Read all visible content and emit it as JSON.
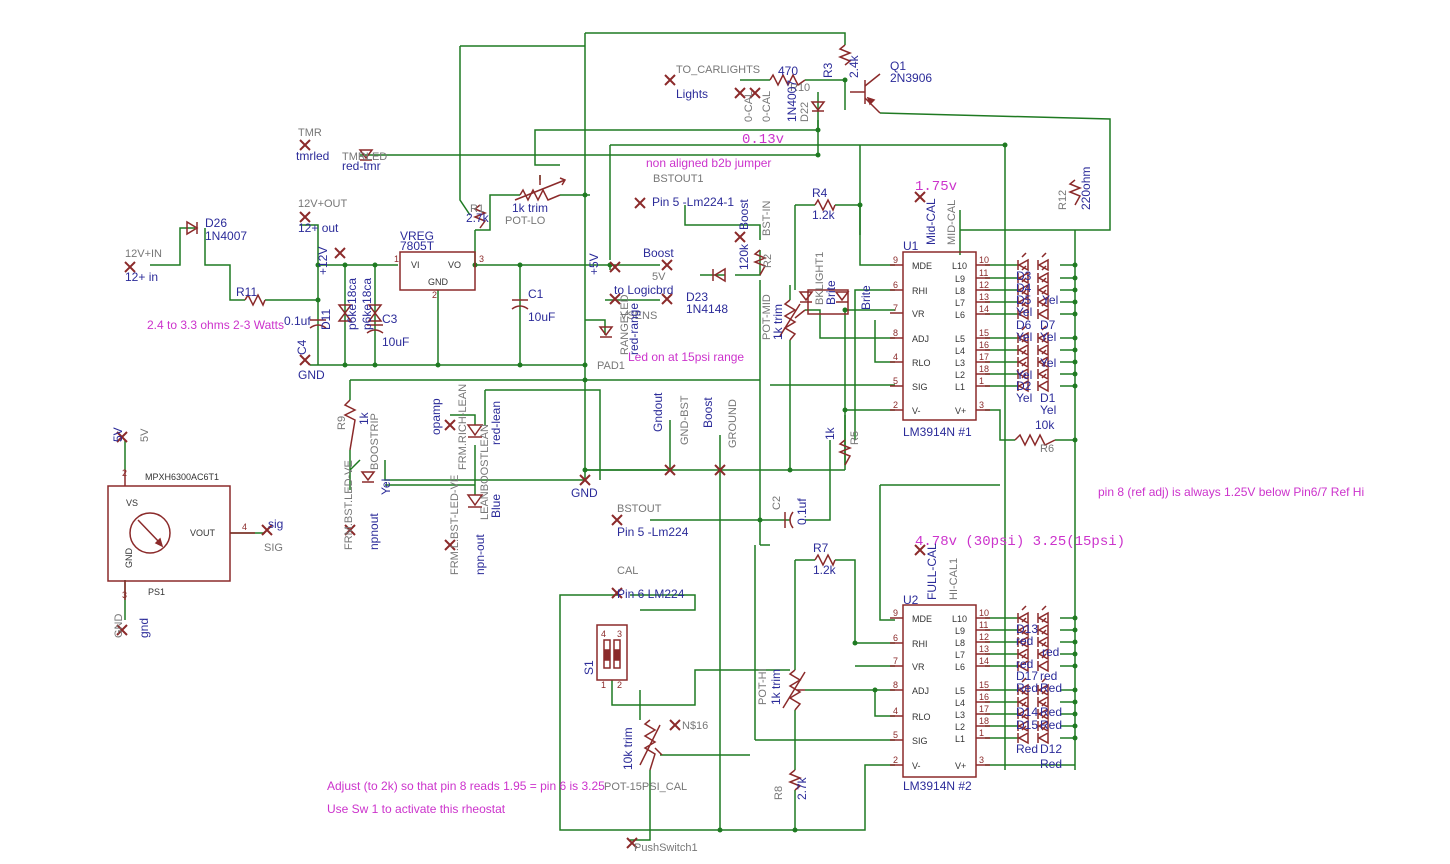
{
  "colors": {
    "wire": "#1f7a22",
    "part": "#8b2a2a",
    "name": "#2b2b99",
    "value": "#777777",
    "note": "#cc33cc"
  },
  "labels": {
    "to_carlights": "TO_CARLIGHTS",
    "lights": "Lights",
    "r470": "470",
    "r10": "R10",
    "r3": "R3",
    "r3v": "2.4k",
    "q1": "Q1",
    "q1v": "2N3906",
    "ocal1": "0-CAL",
    "ocal2": "0-CAL",
    "d22": "1N4007",
    "d22n": "D22",
    "tmr": "TMR",
    "tmrled": "tmrled",
    "tmrled_p": "TMRLED",
    "red_tmr": "red-tmr",
    "v12out": "12V+OUT",
    "out12": "12+ out",
    "v12in": "12V+IN",
    "in12": "12+ in",
    "d26": "D26",
    "d26v": "1N4007",
    "r11": "R11",
    "ohms": "2.4 to 3.3 ohms 2-3 Watts",
    "p12v": "+12V",
    "c4v": "0.1uf",
    "c4": "C4",
    "d11": "D11",
    "p6ke1": "p6ke18ca",
    "p6ke2": "p6ke18ca",
    "c3": "C3",
    "c3v": "10uF",
    "gnd": "GND",
    "vreg": "VREG",
    "vregv": "7805T",
    "vi": "VI",
    "vo": "VO",
    "vgnd": "GND",
    "c1": "C1",
    "c1v": "10uF",
    "r1": "R1",
    "r1v": "2.7k",
    "potlo_v": "1k trim",
    "potlo": "POT-LO",
    "p5v": "+5V",
    "boost1": "Boost",
    "s5v": "5V",
    "to_logic": "to Logicbrd",
    "vsens": "VSENS",
    "rangeled": "RANGELED",
    "red_range": "red-range",
    "pad1": "PAD1",
    "led15": "Led on at 15psi range",
    "bstout1": "BSTOUT1",
    "pin5a": "Pin 5 -Lm224-1",
    "boost2": "Boost",
    "bstin": "BST-IN",
    "r2v": "120k",
    "r2": "R2",
    "d23": "D23",
    "d23v": "1N4148",
    "r4": "R4",
    "r4v": "1.2k",
    "bklight": "BKLIGHT1",
    "brite1": "Brite",
    "brite2": "Brite",
    "potmid": "POT-MID",
    "potmid_v": "1k trim",
    "v013": "0.13v",
    "jumper": "non aligned b2b jumper",
    "v175": "1.75v",
    "midcal1": "Mid-CAL",
    "midcal2": "MID-CAL",
    "u1": "U1",
    "u1n": "LM3914N #1",
    "r12": "R12",
    "r12v": "220ohm",
    "r9": "R9",
    "r9v": "1k",
    "frmbst": "FRM.BST.LED-VE",
    "boostrip": "BOOSTRIP",
    "yel1": "Yel",
    "npnout1": "npnout",
    "opamp": "opamp",
    "frmrich": "FRM.RICH-LEAN",
    "redlean": "red-lean",
    "frmlbst": "FRM.L.BST-LED-VE",
    "leanboost": "LEANBOOSTLEAN",
    "blue": "Blue",
    "npnout2": "npn-out",
    "gndout": "Gndout",
    "gndbst": "GND-BST",
    "boost3": "Boost",
    "ground": "GROUND",
    "gnd2": "GND",
    "r5": "R5",
    "r5v": "1k",
    "r6": "R6",
    "r6v": "10k",
    "v5a": "5V",
    "v5b": "5V",
    "mpx": "MPXH6300AC6T1",
    "vs": "VS",
    "vout": "VOUT",
    "mgnd": "GND",
    "ps1": "PS1",
    "sig1": "sig",
    "sig2": "SIG",
    "gnd3": "GND",
    "gnd4": "gnd",
    "bstout": "BSTOUT",
    "pin5b": "Pin 5 -Lm224",
    "c2": "C2",
    "c2v": "0.1uf",
    "pin8note": "pin 8 (ref adj) is always 1.25V below Pin6/7 Ref Hi",
    "v478": "4.78v (30psi) 3.25(15psi)",
    "fullcal": "FULL-CAL",
    "hical": "HI-CAL1",
    "r7": "R7",
    "r7v": "1.2k",
    "u2": "U2",
    "u2n": "LM3914N #2",
    "cal": "CAL",
    "pin6": "Pin 6 LM224",
    "s1": "S1",
    "pothi": "POT-HI",
    "pothi_v": "1k trim",
    "pot15v": "10k trim",
    "pot15": "POT-15PSI_CAL",
    "n16": "N$16",
    "r8": "R8",
    "r8v": "2.7k",
    "adjust": "Adjust (to 2k) so that pin 8 reads 1.95 = pin 6 is 3.25",
    "usesw": "Use Sw 1 to activate this rheostat",
    "pushsw": "PushSwitch1",
    "mde": "MDE",
    "rhi": "RHI",
    "vr": "VR",
    "adj": "ADJ",
    "rlo": "RLO",
    "sigp": "SIG",
    "vm": "V-",
    "l10": "L10",
    "l9": "L9",
    "l8": "L8",
    "l7": "L7",
    "l6": "L6",
    "l5": "L5",
    "l4": "L4",
    "l3": "L3",
    "l2": "L2",
    "l1": "L1",
    "vp": "V+",
    "d1": "D1",
    "d1v": "Yel",
    "d2": "D2",
    "d2v": "Yel",
    "d6": "D6",
    "d6v": "Yel",
    "d7": "D7",
    "d7v": "Yel",
    "ld3": "D3",
    "ld4": "D4",
    "ld5": "D5",
    "ledyel": "Yel",
    "d12": "D12",
    "d12v": "Red",
    "d17": "D17",
    "d17v": "Red",
    "d18v": "red",
    "d16": "D16",
    "d16v": "Red",
    "ld13": "D13",
    "ld14": "D14",
    "ld15": "D15",
    "ledred": "Red"
  }
}
